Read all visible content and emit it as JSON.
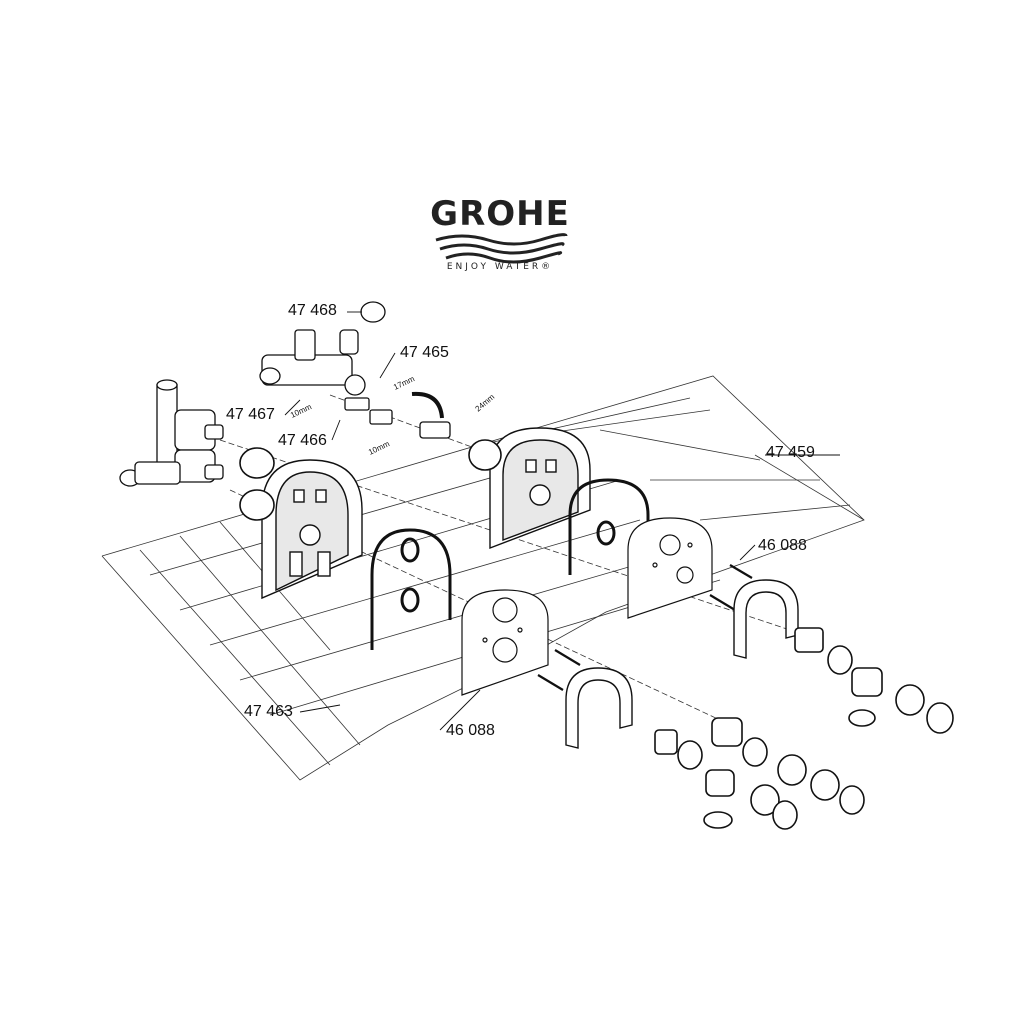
{
  "brand": {
    "name": "GROHE",
    "tagline": "ENJOY WATER®"
  },
  "part_numbers": {
    "p47468": "47 468",
    "p47465": "47 465",
    "p47467": "47 467",
    "p47466": "47 466",
    "p47459": "47 459",
    "p46088_right": "46 088",
    "p47463": "47 463",
    "p46088_left": "46 088"
  },
  "dimensions": {
    "d17mm": "17mm",
    "d10mm_top": "10mm",
    "d24mm": "24mm",
    "d10mm_bottom": "10mm"
  }
}
